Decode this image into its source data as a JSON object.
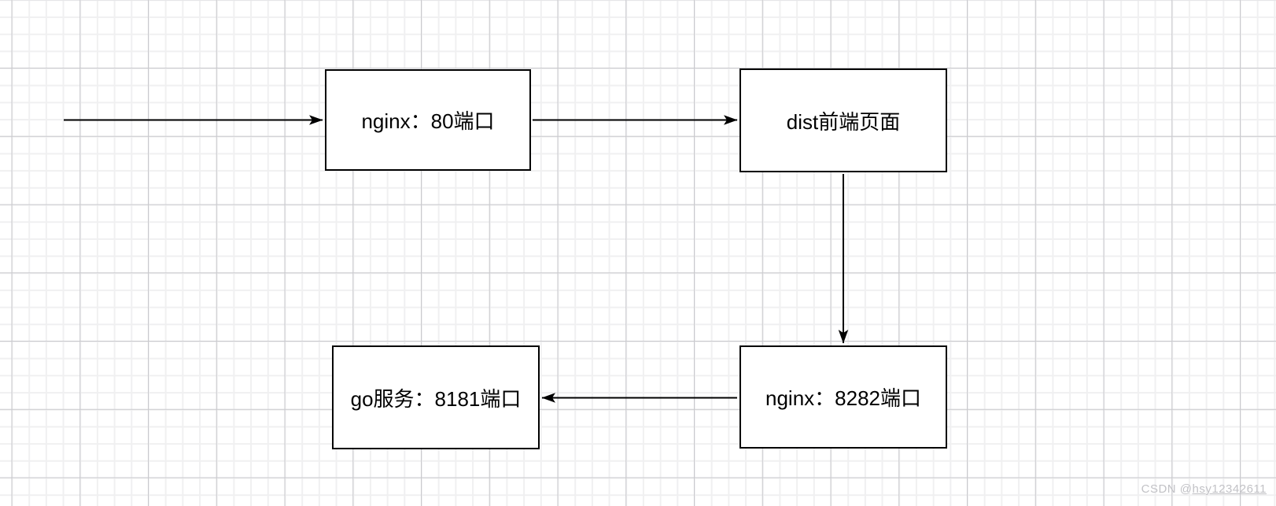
{
  "diagram": {
    "nodes": [
      {
        "id": "nginx-80",
        "label": "nginx：80端口"
      },
      {
        "id": "dist-frontend",
        "label": "dist前端页面"
      },
      {
        "id": "nginx-8282",
        "label": "nginx：8282端口"
      },
      {
        "id": "go-8181",
        "label": "go服务：8181端口"
      }
    ],
    "edges": [
      {
        "from": "external-client",
        "to": "nginx-80",
        "direction": "right"
      },
      {
        "from": "nginx-80",
        "to": "dist-frontend",
        "direction": "right"
      },
      {
        "from": "dist-frontend",
        "to": "nginx-8282",
        "direction": "down"
      },
      {
        "from": "nginx-8282",
        "to": "go-8181",
        "direction": "left"
      }
    ]
  },
  "watermark": {
    "prefix": "CSDN @",
    "username": "hsy12342611"
  },
  "colors": {
    "node_border": "#000000",
    "node_fill": "#ffffff",
    "edge": "#000000",
    "grid_minor": "#f0f0f1",
    "grid_major": "#c9c9cd",
    "watermark_text": "#c2c2c6"
  }
}
